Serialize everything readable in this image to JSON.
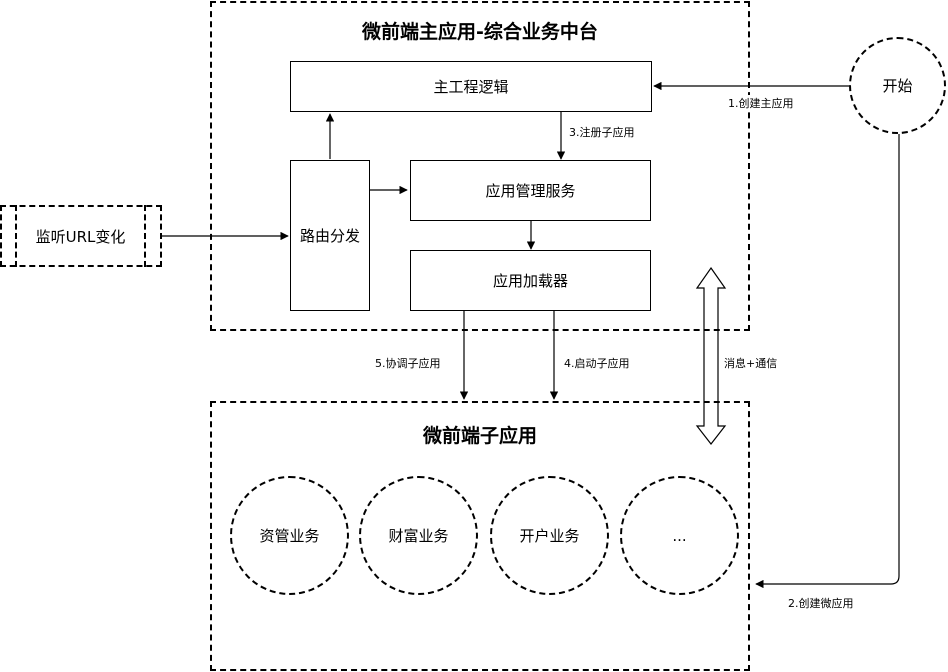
{
  "main_app": {
    "title": "微前端主应用-综合业务中台",
    "main_logic": "主工程逻辑",
    "routing": "路由分发",
    "app_mgmt": "应用管理服务",
    "app_loader": "应用加载器"
  },
  "sub_app": {
    "title": "微前端子应用",
    "items": [
      "资管业务",
      "财富业务",
      "开户业务",
      "..."
    ]
  },
  "start": "开始",
  "listener": "监听URL变化",
  "edges": {
    "create_main": "1.创建主应用",
    "create_micro": "2.创建微应用",
    "register_sub": "3.注册子应用",
    "start_sub": "4.启动子应用",
    "coordinate_sub": "5.协调子应用",
    "message": "消息+通信"
  }
}
